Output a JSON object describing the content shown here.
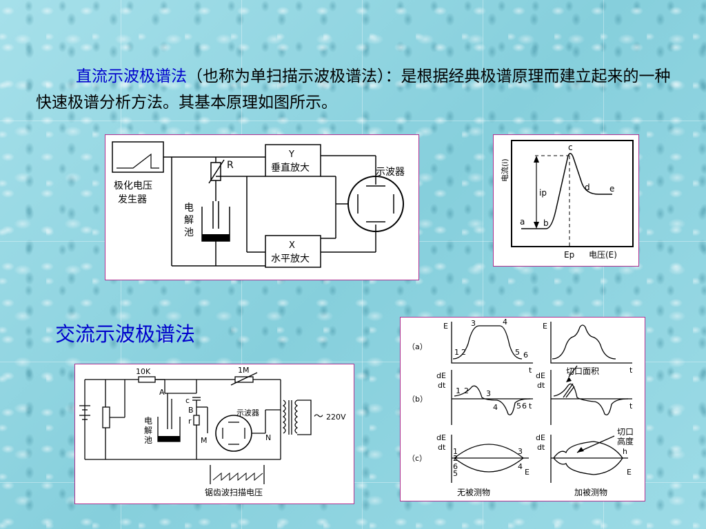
{
  "intro": {
    "highlight": "直流示波极谱法",
    "rest": "（也称为单扫描示波极谱法）：是根据经典极谱原理而建立起来的一种快速极谱分析方法。其基本原理如图所示。"
  },
  "section2_title": "交流示波极谱法",
  "dc_circuit": {
    "generator_label_1": "极化电压",
    "generator_label_2": "发生器",
    "resistor_label": "R",
    "cell_label_1": "电",
    "cell_label_2": "解",
    "cell_label_3": "池",
    "y_amp_line1": "Y",
    "y_amp_line2": "垂直放大",
    "x_amp_line1": "X",
    "x_amp_line2": "水平放大",
    "scope_label": "示波器"
  },
  "polarogram": {
    "y_axis_label": "电流(i)",
    "x_axis_label": "电压(E)",
    "peak_potential": "Ep",
    "peak_current": "ip",
    "points": [
      "a",
      "b",
      "c",
      "d",
      "e"
    ]
  },
  "ac_circuit": {
    "resistor_10k": "10K",
    "resistor_1m": "1M",
    "node_a": "A",
    "node_b": "B",
    "cap_c": "c",
    "res_r": "r",
    "node_m": "M",
    "node_n": "N",
    "cell_label_1": "电",
    "cell_label_2": "解",
    "cell_label_3": "池",
    "scope_label": "示波器",
    "supply": "220V",
    "tilde": "～",
    "sawtooth_label": "锯齿波扫描电压"
  },
  "ac_curves": {
    "row_a": "（a）",
    "row_b": "（b）",
    "row_c": "（c）",
    "axis_E": "E",
    "axis_t": "t",
    "dE": "dE",
    "dt": "dt",
    "cut_area": "切口面积",
    "cut_height_1": "切口",
    "cut_height_2": "高度",
    "cut_h": "h",
    "no_analyte": "无被测物",
    "with_analyte": "加被测物",
    "n1": "1",
    "n2": "2",
    "n3": "3",
    "n4": "4",
    "n5": "5",
    "n6": "6"
  }
}
